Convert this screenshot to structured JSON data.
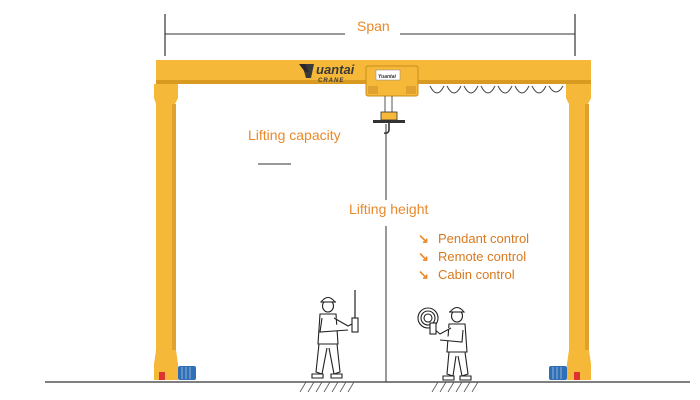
{
  "labels": {
    "span": "Span",
    "lifting_capacity": "Lifting capacity",
    "lifting_height": "Lifting height"
  },
  "logo": {
    "brand": "uantai",
    "subtitle": "CRANE"
  },
  "control_options": [
    {
      "label": "Pendant control",
      "icon": "orange-arrow-icon"
    },
    {
      "label": "Remote control",
      "icon": "orange-arrow-icon"
    },
    {
      "label": "Cabin control",
      "icon": "orange-arrow-icon"
    }
  ],
  "colors": {
    "crane_yellow": "#f6b838",
    "crane_shadow": "#d99a22",
    "label_orange": "#e9892a",
    "motor_blue": "#2f6fb5",
    "line": "#333333"
  }
}
